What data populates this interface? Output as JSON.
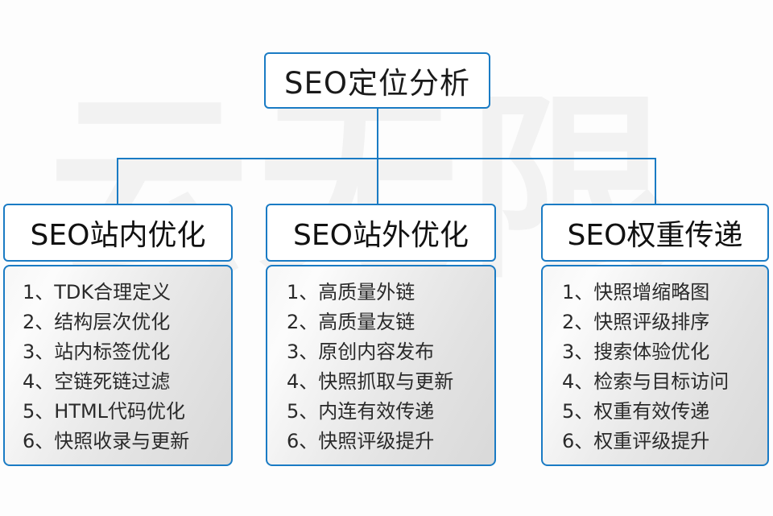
{
  "theme": {
    "accent": "#1a7bc4",
    "box_fill": "#ffffff",
    "body_fill_light": "#f7f7f7",
    "body_fill_dark": "#d9d9d9",
    "text": "#1a1a1a",
    "watermark_color": "rgba(0,0,0,0.045)"
  },
  "watermark": {
    "line1": "云无限",
    "line2": ""
  },
  "root": {
    "label": "SEO定位分析"
  },
  "columns": [
    {
      "id": "seo-onsite",
      "title": "SEO站内优化",
      "items": [
        "1、TDK合理定义",
        "2、结构层次优化",
        "3、站内标签优化",
        "4、空链死链过滤",
        "5、HTML代码优化",
        "6、快照收录与更新"
      ]
    },
    {
      "id": "seo-offsite",
      "title": "SEO站外优化",
      "items": [
        "1、高质量外链",
        "2、高质量友链",
        "3、原创内容发布",
        "4、快照抓取与更新",
        "5、内连有效传递",
        "6、快照评级提升"
      ]
    },
    {
      "id": "seo-weight",
      "title": "SEO权重传递",
      "items": [
        "1、快照增缩略图",
        "2、快照评级排序",
        "3、搜索体验优化",
        "4、检索与目标访问",
        "5、权重有效传递",
        "6、权重评级提升"
      ]
    }
  ]
}
